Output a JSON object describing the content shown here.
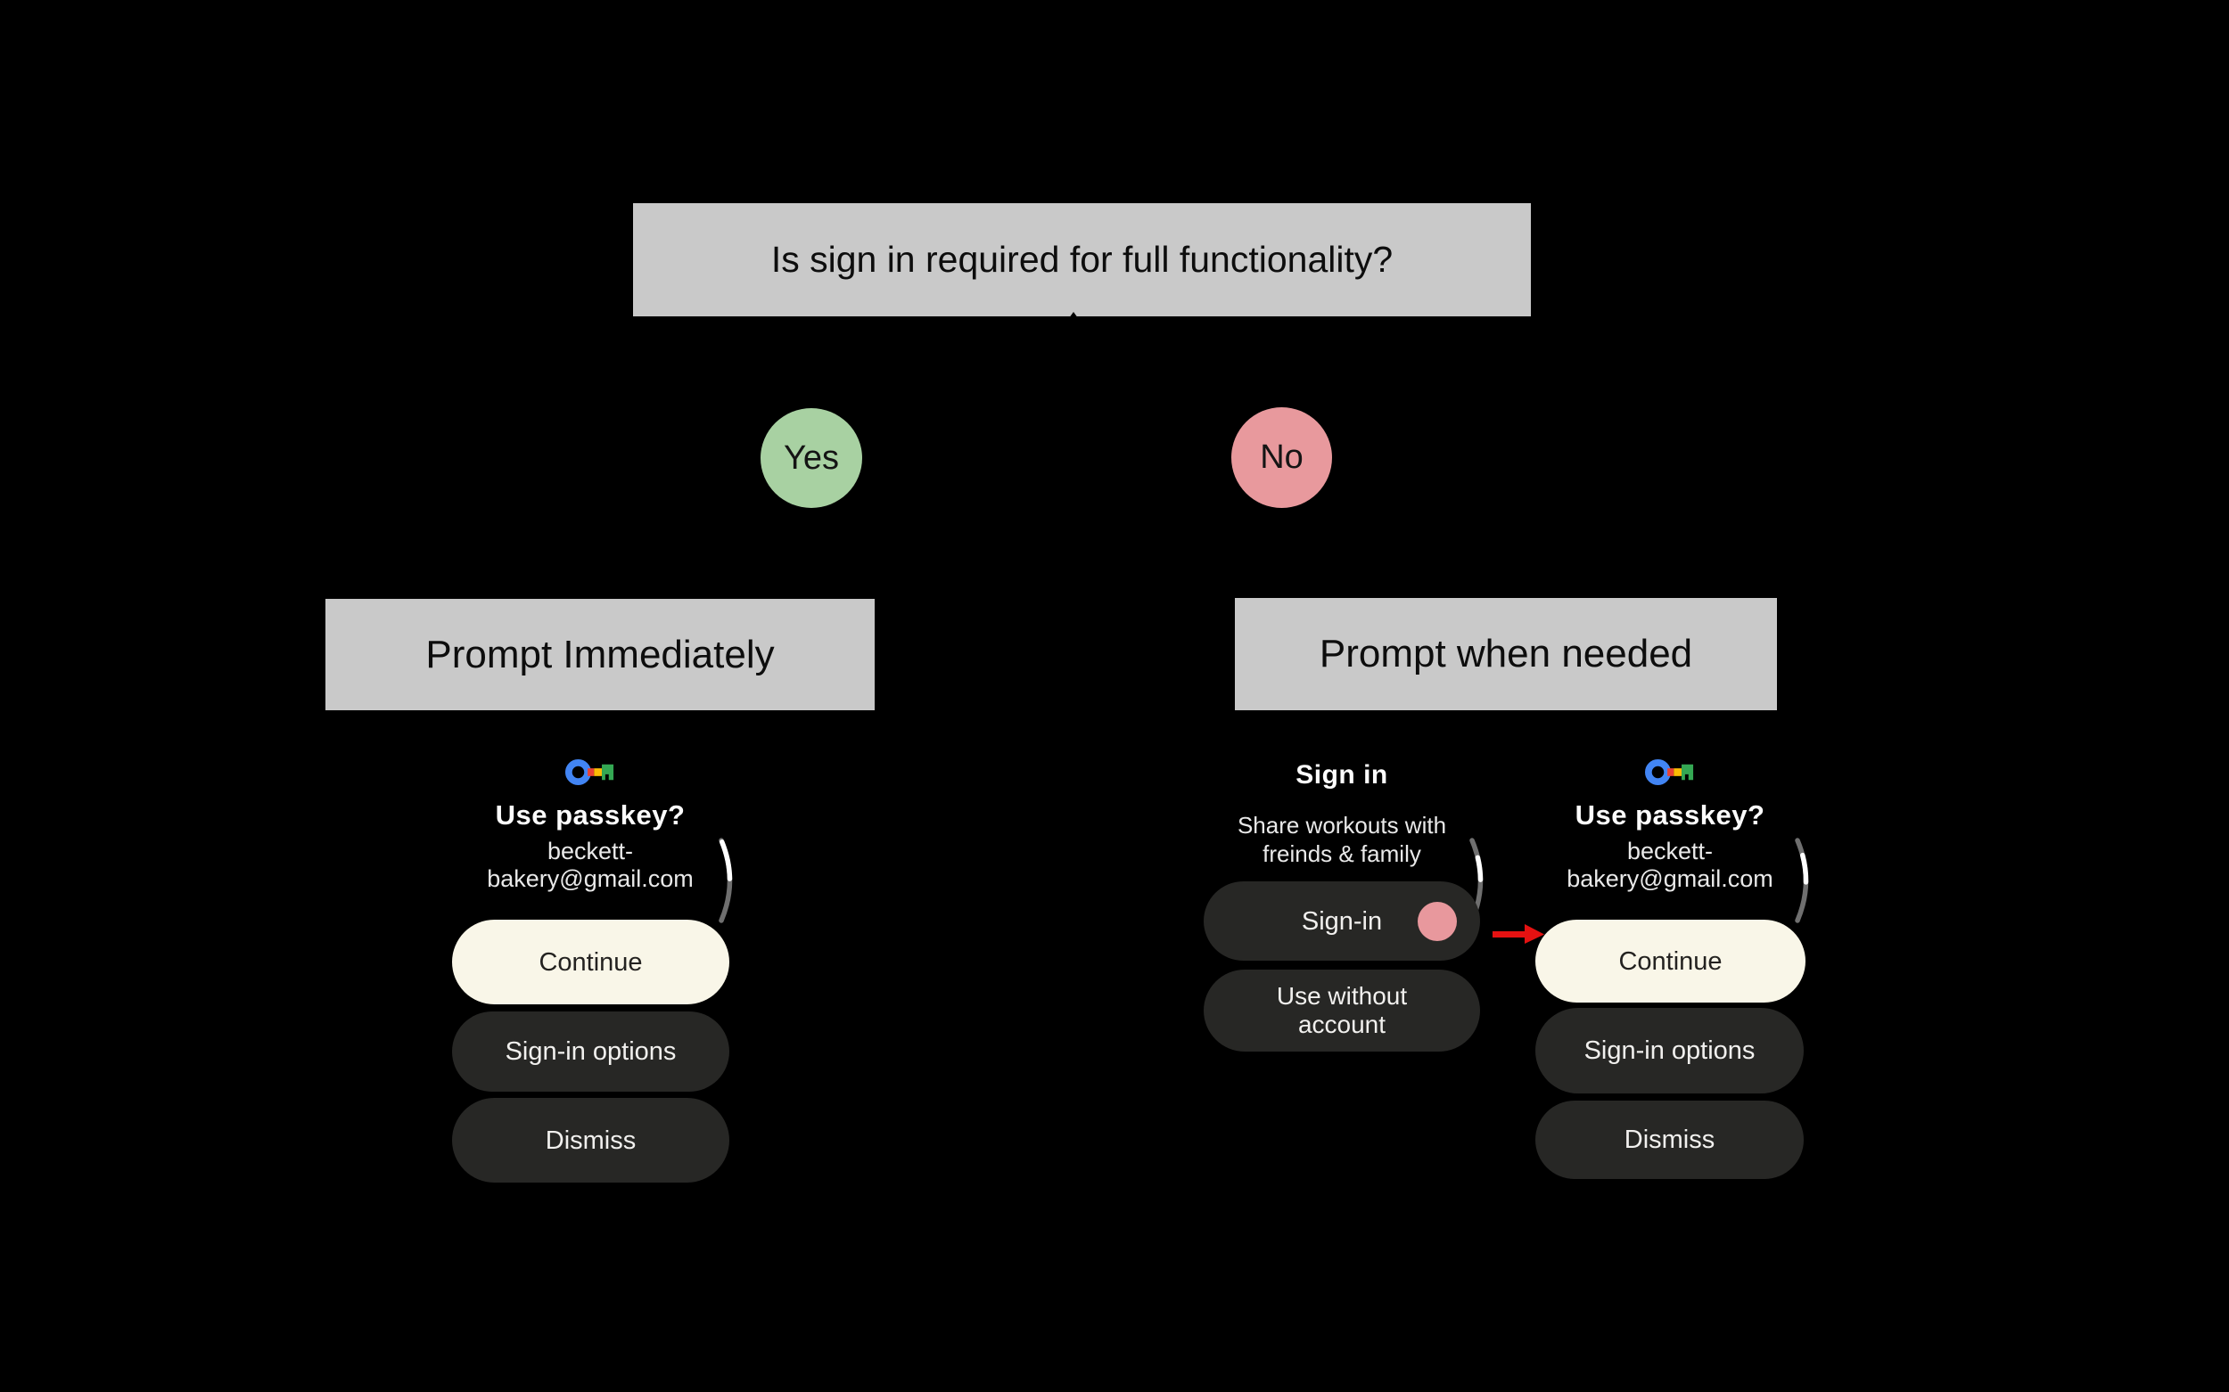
{
  "flowchart": {
    "question": "Is sign in required for full functionality?",
    "yes_label": "Yes",
    "no_label": "No",
    "outcome_immediate": "Prompt Immediately",
    "outcome_when_needed": "Prompt when needed"
  },
  "passkey_screen": {
    "title": "Use passkey?",
    "account_line1": "beckett-",
    "account_line2": "bakery@gmail.com",
    "continue_label": "Continue",
    "signin_options_label": "Sign-in options",
    "dismiss_label": "Dismiss"
  },
  "signin_screen": {
    "title": "Sign in",
    "subtitle_line1": "Share workouts with",
    "subtitle_line2": "freinds & family",
    "signin_label": "Sign-in",
    "use_without_account_line1": "Use without",
    "use_without_account_line2": "account"
  },
  "colors": {
    "background": "#000000",
    "flow_box": "#c9c9c9",
    "yes_circle": "#a8d1a2",
    "no_circle": "#e8999d",
    "primary_button": "#f9f6e8",
    "secondary_button": "#272725",
    "tap_indicator": "#e8989d",
    "pointer_arrow": "#e51111",
    "key_blue": "#4285f4",
    "key_red": "#ea4335",
    "key_yellow": "#fbbc04",
    "key_green": "#34a853",
    "scroll_track": "#6f6f6f",
    "scroll_thumb": "#ffffff"
  }
}
